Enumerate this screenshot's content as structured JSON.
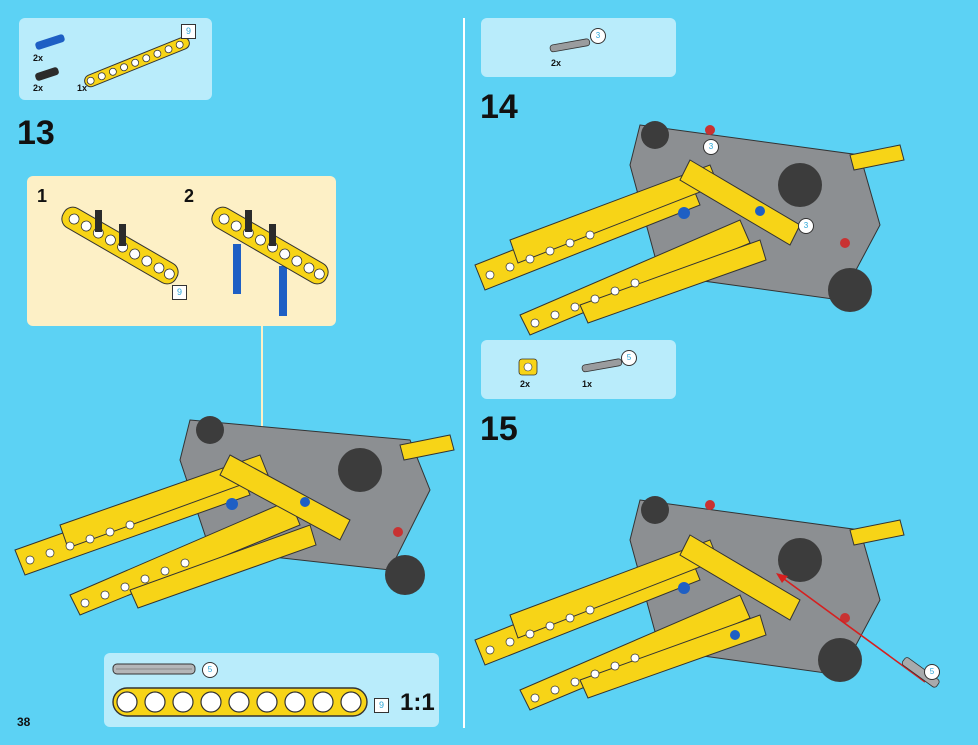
{
  "page_number": "38",
  "steps": [
    {
      "number": "13"
    },
    {
      "number": "14"
    },
    {
      "number": "15"
    }
  ],
  "parts_13": [
    {
      "qty": "2x",
      "part": "blue pin"
    },
    {
      "qty": "2x",
      "part": "black pin"
    },
    {
      "qty": "1x",
      "part": "yellow beam",
      "length": "9"
    }
  ],
  "substeps_13": [
    {
      "number": "1",
      "length": "9"
    },
    {
      "number": "2"
    }
  ],
  "parts_14": [
    {
      "qty": "2x",
      "part": "axle",
      "length": "3"
    }
  ],
  "parts_15": [
    {
      "qty": "2x",
      "part": "yellow connector"
    },
    {
      "qty": "1x",
      "part": "axle",
      "length": "5"
    }
  ],
  "callout_15": {
    "length": "5"
  },
  "callout_14": {
    "length_a": "3",
    "length_b": "3"
  },
  "scale_panel": {
    "axle_length": "5",
    "beam_length": "9",
    "scale": "1:1"
  },
  "colors": {
    "background": "#5cd2f4",
    "panel": "#b9ecfb",
    "substep": "#fdf0c6",
    "beam": "#f7d417",
    "dark": "#3c3c3c",
    "gray": "#8c8f92",
    "blue": "#1e5fc4"
  }
}
